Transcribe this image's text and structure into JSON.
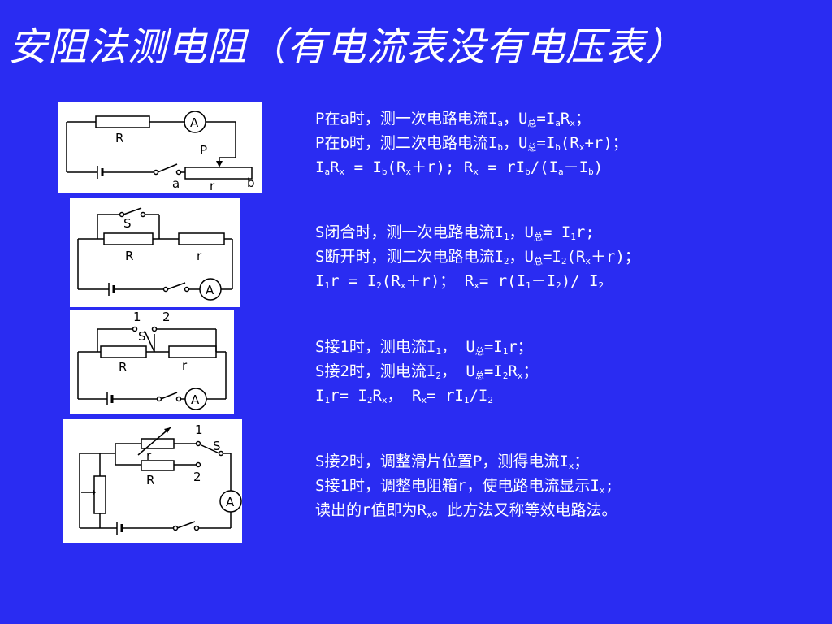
{
  "title": "安阻法测电阻（有电流表没有电压表）",
  "diagram_labels": {
    "d1": {
      "resistor": "R",
      "ammeter": "A",
      "slider": "P",
      "end_a": "a",
      "rheostat": "r",
      "end_b": "b"
    },
    "d2": {
      "switch": "S",
      "resistor1": "R",
      "resistor2": "r",
      "ammeter": "A"
    },
    "d3": {
      "pos1": "1",
      "pos2": "2",
      "switch": "S",
      "resistor1": "R",
      "resistor2": "r",
      "ammeter": "A"
    },
    "d4": {
      "pos1": "1",
      "switch": "S",
      "resistor_box": "r",
      "resistor": "R",
      "pos2": "2",
      "ammeter": "A"
    }
  },
  "blocks": [
    {
      "lines": [
        [
          {
            "t": "P在a时，测一次电路电流I"
          },
          {
            "s": "a"
          },
          {
            "t": "，U"
          },
          {
            "s": "总"
          },
          {
            "t": "=I"
          },
          {
            "s": "a"
          },
          {
            "t": "R"
          },
          {
            "s": "x"
          },
          {
            "t": "；"
          }
        ],
        [
          {
            "t": "P在b时，测二次电路电流I"
          },
          {
            "s": "b"
          },
          {
            "t": "，U"
          },
          {
            "s": "总"
          },
          {
            "t": "=I"
          },
          {
            "s": "b"
          },
          {
            "t": "(R"
          },
          {
            "s": "x"
          },
          {
            "t": "+r)；"
          }
        ],
        [
          {
            "t": "I"
          },
          {
            "s": "a"
          },
          {
            "t": "R"
          },
          {
            "s": "x"
          },
          {
            "t": " = I"
          },
          {
            "s": "b"
          },
          {
            "t": "(R"
          },
          {
            "s": "x"
          },
          {
            "t": "＋r);   R"
          },
          {
            "s": "x"
          },
          {
            "t": " = rI"
          },
          {
            "s": "b"
          },
          {
            "t": "/(I"
          },
          {
            "s": "a"
          },
          {
            "t": "－I"
          },
          {
            "s": "b"
          },
          {
            "t": ")"
          }
        ]
      ]
    },
    {
      "lines": [
        [
          {
            "t": "S闭合时，测一次电路电流I"
          },
          {
            "s": "1"
          },
          {
            "t": "，U"
          },
          {
            "s": "总"
          },
          {
            "t": "= I"
          },
          {
            "s": "1"
          },
          {
            "t": "r;"
          }
        ],
        [
          {
            "t": "S断开时，测二次电路电流I"
          },
          {
            "s": "2"
          },
          {
            "t": "，U"
          },
          {
            "s": "总"
          },
          {
            "t": "=I"
          },
          {
            "s": "2"
          },
          {
            "t": "(R"
          },
          {
            "s": "x"
          },
          {
            "t": "＋r)；"
          }
        ],
        [
          {
            "t": "I"
          },
          {
            "s": "1"
          },
          {
            "t": "r = I"
          },
          {
            "s": "2"
          },
          {
            "t": "(R"
          },
          {
            "s": "x"
          },
          {
            "t": "＋r)；  R"
          },
          {
            "s": "x"
          },
          {
            "t": "= r(I"
          },
          {
            "s": "1"
          },
          {
            "t": "－I"
          },
          {
            "s": "2"
          },
          {
            "t": ")/ I"
          },
          {
            "s": "2"
          }
        ]
      ]
    },
    {
      "lines": [
        [
          {
            "t": "S接1时，测电流I"
          },
          {
            "s": "1"
          },
          {
            "t": "， U"
          },
          {
            "s": "总"
          },
          {
            "t": "=I"
          },
          {
            "s": "1"
          },
          {
            "t": "r；"
          }
        ],
        [
          {
            "t": "S接2时，测电流I"
          },
          {
            "s": "2"
          },
          {
            "t": "， U"
          },
          {
            "s": "总"
          },
          {
            "t": "=I"
          },
          {
            "s": "2"
          },
          {
            "t": "R"
          },
          {
            "s": "x"
          },
          {
            "t": "；"
          }
        ],
        [
          {
            "t": "I"
          },
          {
            "s": "1"
          },
          {
            "t": "r= I"
          },
          {
            "s": "2"
          },
          {
            "t": "R"
          },
          {
            "s": "x"
          },
          {
            "t": "，   R"
          },
          {
            "s": "x"
          },
          {
            "t": "= rI"
          },
          {
            "s": "1"
          },
          {
            "t": "/I"
          },
          {
            "s": "2"
          }
        ]
      ]
    },
    {
      "lines": [
        [
          {
            "t": "S接2时，调整滑片位置P，测得电流I"
          },
          {
            "s": "x"
          },
          {
            "t": "；"
          }
        ],
        [
          {
            "t": "S接1时，调整电阻箱r，使电路电流显示I"
          },
          {
            "s": "x"
          },
          {
            "t": ";"
          }
        ],
        [
          {
            "t": "读出的r值即为R"
          },
          {
            "s": "x"
          },
          {
            "t": "。此方法又称等效电路法。"
          }
        ]
      ]
    }
  ]
}
